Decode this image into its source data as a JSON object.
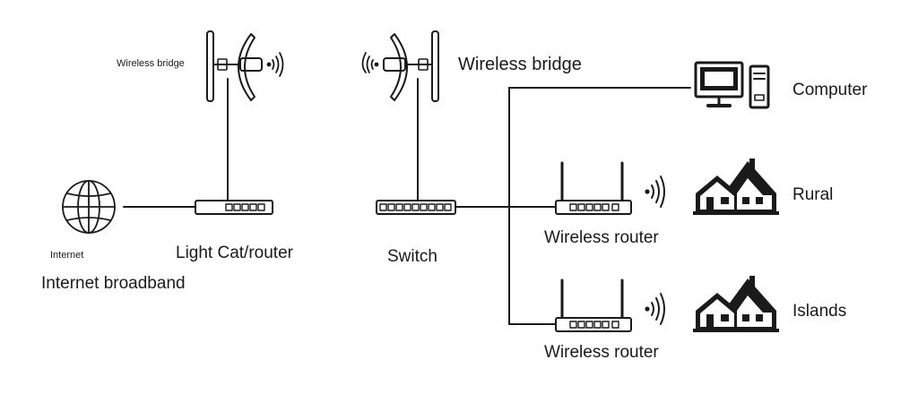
{
  "colors": {
    "ink": "#1a1a1a",
    "device_fill": "#ffffff"
  },
  "labels": {
    "internet": "Internet",
    "internet_broadband": "Internet broadband",
    "bridge_left": "Wireless bridge",
    "bridge_right": "Wireless bridge",
    "light_cat_router": "Light Cat/router",
    "switch": "Switch",
    "computer": "Computer",
    "wireless_router_1": "Wireless router",
    "wireless_router_2": "Wireless router",
    "rural": "Rural",
    "islands": "Islands"
  },
  "icons": [
    "globe-icon",
    "bridge-antenna-icon",
    "router-icon",
    "switch-icon",
    "wireless-router-icon",
    "computer-icon",
    "house-icon",
    "wifi-waves-icon"
  ]
}
